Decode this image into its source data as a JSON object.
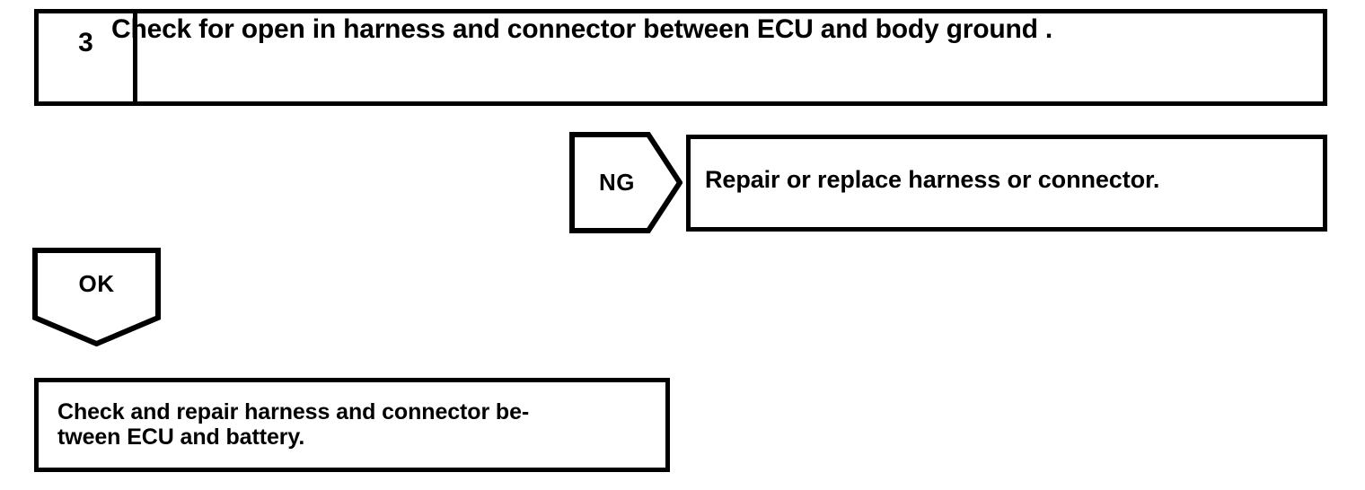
{
  "diagram": {
    "type": "troubleshooting-flowchart",
    "colors": {
      "line": "#000000",
      "background": "#ffffff",
      "text": "#000000"
    },
    "step": {
      "number": "3",
      "instruction": "Check for open in harness and connector between ECU and body ground ."
    },
    "branch_ng": {
      "label": "NG",
      "shape": "right-pointing-pentagon",
      "result": "Repair or replace harness or connector."
    },
    "branch_ok": {
      "label": "OK",
      "shape": "down-pointing-pentagon",
      "result_line_1": "Check and repair harness and connector be-",
      "result_line_2": "tween ECU and battery."
    }
  }
}
